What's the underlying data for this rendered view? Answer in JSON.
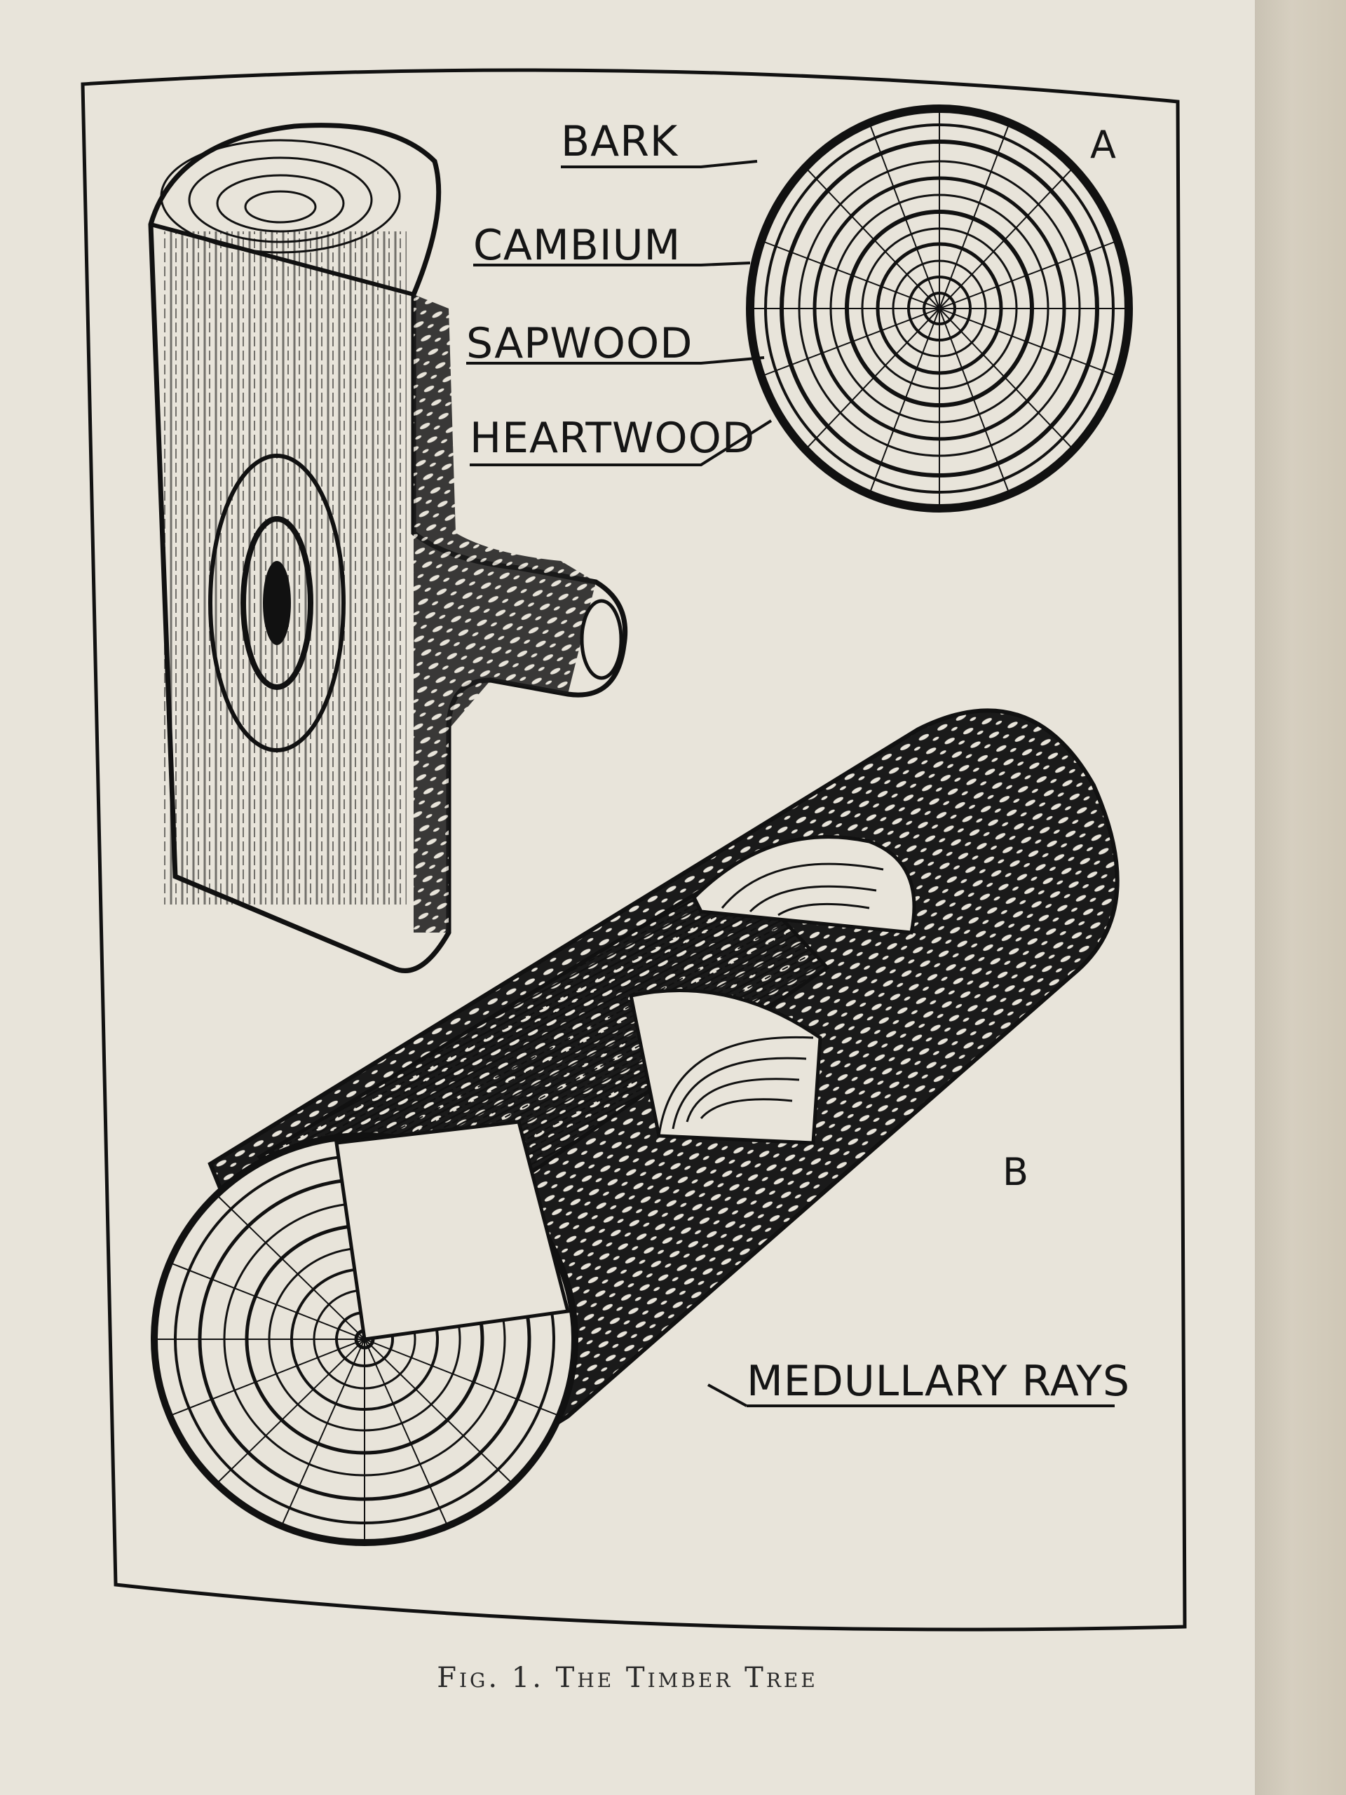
{
  "figure": {
    "caption": "Fig. 1. The Timber Tree",
    "labels": {
      "bark": "BARK",
      "cambium": "CAMBIUM",
      "sapwood": "SAPWOOD",
      "heartwood": "HEARTWOOD",
      "medullary_rays": "MEDULLARY RAYS"
    },
    "panel_letters": {
      "a": "A",
      "b": "B"
    }
  }
}
